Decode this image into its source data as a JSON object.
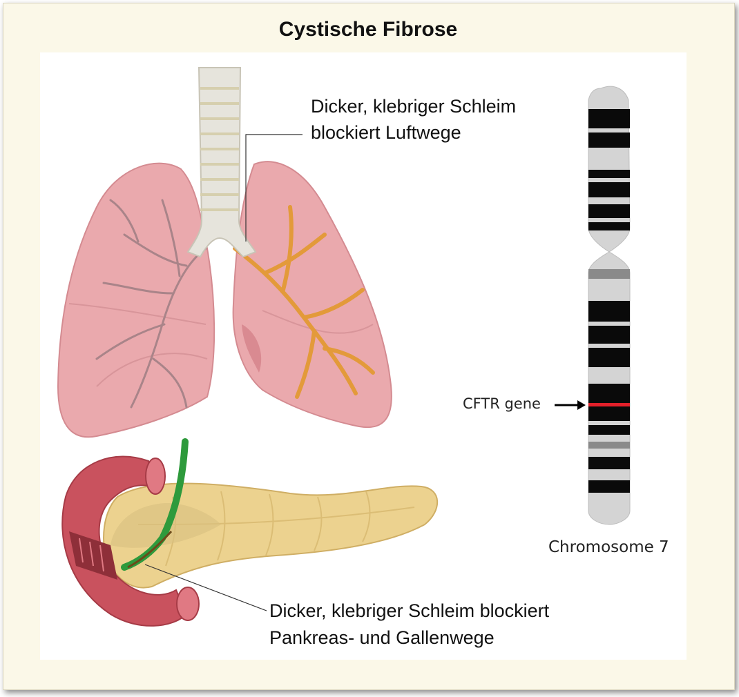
{
  "title": "Cystische Fibrose",
  "lung_label": {
    "line1": "Dicker, klebriger Schleim",
    "line2": "blockiert Luftwege"
  },
  "pancreas_label": {
    "line1": "Dicker, klebriger Schleim blockiert",
    "line2": "Pankreas- und Gallenwege"
  },
  "gene_label": "CFTR gene",
  "chromosome_label": "Chromosome 7",
  "colors": {
    "frame": "#fbf8e8",
    "lung": "#e9a8ab",
    "mucus": "#e39a3a",
    "pancreas": "#ecd28f",
    "duodenum": "#c9525e",
    "bile_duct": "#2e9a3c",
    "gene_band": "#e3202a"
  },
  "icons": [
    "lungs",
    "trachea",
    "pancreas",
    "duodenum",
    "chromosome",
    "arrow-right"
  ]
}
